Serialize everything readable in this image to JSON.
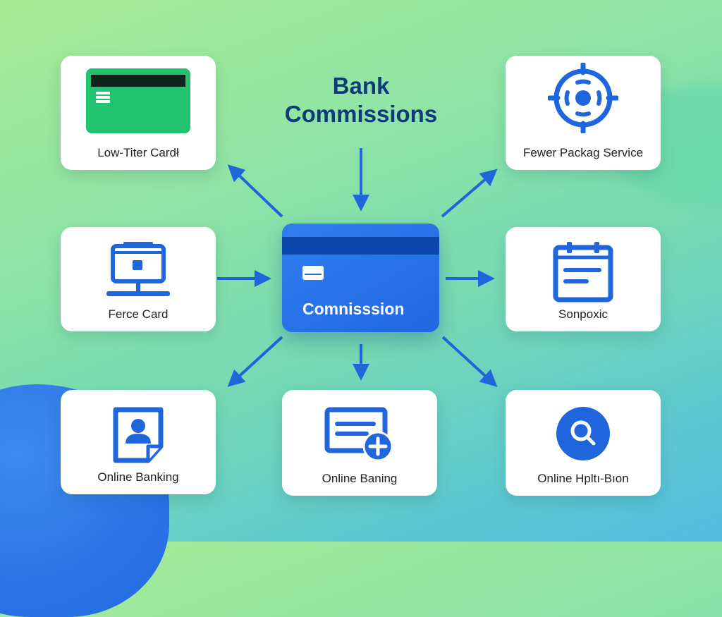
{
  "diagram": {
    "title_line1": "Bank",
    "title_line2": "Commissions",
    "center_node": {
      "label": "Comnisssion",
      "icon": "credit-card-icon",
      "color": "#2a72e6"
    },
    "nodes": [
      {
        "id": "top-left",
        "label": "Low-Titer Cardł",
        "icon": "green-credit-card-icon"
      },
      {
        "id": "top-right",
        "label": "Fewer Packag Service",
        "icon": "target-crosshair-icon"
      },
      {
        "id": "mid-left",
        "label": "Ferce Card",
        "icon": "kiosk-terminal-icon"
      },
      {
        "id": "mid-right",
        "label": "Sonpoxic",
        "icon": "calendar-document-icon"
      },
      {
        "id": "bottom-left",
        "label": "Online Banking",
        "icon": "user-profile-document-icon"
      },
      {
        "id": "bottom-center",
        "label": "Online Baning",
        "icon": "add-card-icon"
      },
      {
        "id": "bottom-right",
        "label": "Online Hpltı-Bıon",
        "icon": "search-circle-icon"
      }
    ],
    "edges": [
      {
        "from": "title",
        "to": "center",
        "direction": "down"
      },
      {
        "from": "center",
        "to": "top-left"
      },
      {
        "from": "center",
        "to": "top-right"
      },
      {
        "from": "mid-left",
        "to": "center"
      },
      {
        "from": "center",
        "to": "mid-right"
      },
      {
        "from": "center",
        "to": "bottom-left"
      },
      {
        "from": "center",
        "to": "bottom-center"
      },
      {
        "from": "center",
        "to": "bottom-right"
      }
    ],
    "colors": {
      "accent_blue": "#1f66dc",
      "title_navy": "#0f3a78",
      "card_green": "#22c36e",
      "card_stripe_dark": "#10231b",
      "background_top": "#a8eb95",
      "background_bottom": "#52bde0"
    }
  }
}
